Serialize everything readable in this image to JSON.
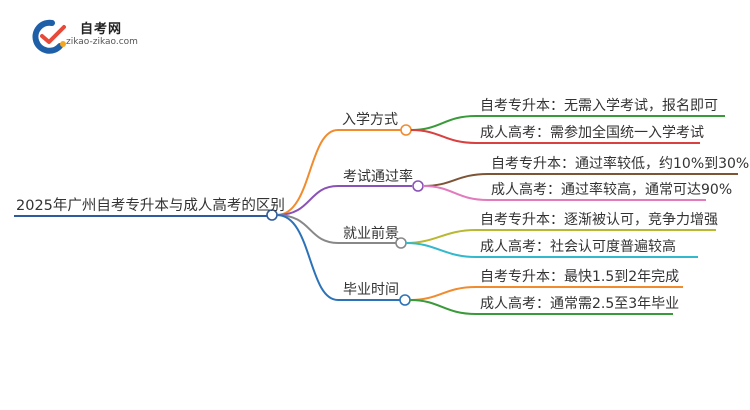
{
  "logo": {
    "title": "自考网",
    "subtitle": "zikao-zikao.com",
    "colors": [
      "#1f5fa8",
      "#e84a3a",
      "#f5a623"
    ]
  },
  "root": {
    "label": "2025年广州自考专升本与成人高考的区别",
    "color": "#2e5b9e"
  },
  "branches": [
    {
      "label": "入学方式",
      "color": "#f08c2e",
      "children": [
        {
          "label": "自考专升本：无需入学考试，报名即可",
          "color": "#3a9a3a"
        },
        {
          "label": "成人高考：需参加全国统一入学考试",
          "color": "#d94040"
        }
      ]
    },
    {
      "label": "考试通过率",
      "color": "#8a52b8",
      "children": [
        {
          "label": "自考专升本：通过率较低，约10%到30%",
          "color": "#7d5436"
        },
        {
          "label": "成人高考：通过率较高，通常可达90%",
          "color": "#e27bbd"
        }
      ]
    },
    {
      "label": "就业前景",
      "color": "#888888",
      "children": [
        {
          "label": "自考专升本：逐渐被认可，竞争力增强",
          "color": "#b8b832"
        },
        {
          "label": "成人高考：社会认可度普遍较高",
          "color": "#34b8cc"
        }
      ]
    },
    {
      "label": "毕业时间",
      "color": "#2c72b8",
      "children": [
        {
          "label": "自考专升本：最快1.5到2年完成",
          "color": "#f08c2e"
        },
        {
          "label": "成人高考：通常需2.5至3年毕业",
          "color": "#3a9a3a"
        }
      ]
    }
  ]
}
